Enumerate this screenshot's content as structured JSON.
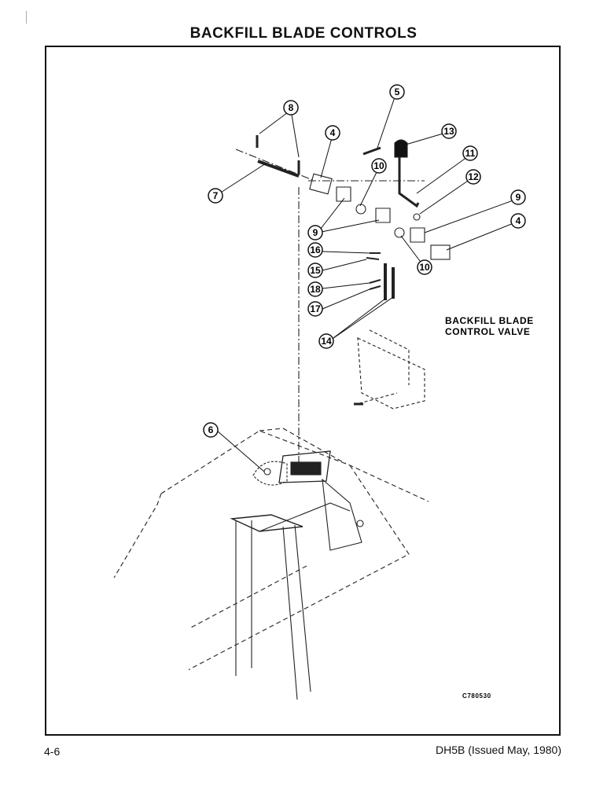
{
  "page": {
    "title": "BACKFILL BLADE CONTROLS",
    "page_number": "4-6",
    "doc_ref": "DH5B (Issued May, 1980)"
  },
  "diagram": {
    "valve_label_line1": "BACKFILL BLADE",
    "valve_label_line2": "CONTROL VALVE",
    "drawing_code": "C780530",
    "callouts": [
      "8",
      "4",
      "5",
      "13",
      "10",
      "11",
      "7",
      "12",
      "9",
      "9",
      "4",
      "16",
      "15",
      "10",
      "18",
      "17",
      "14",
      "6"
    ]
  }
}
